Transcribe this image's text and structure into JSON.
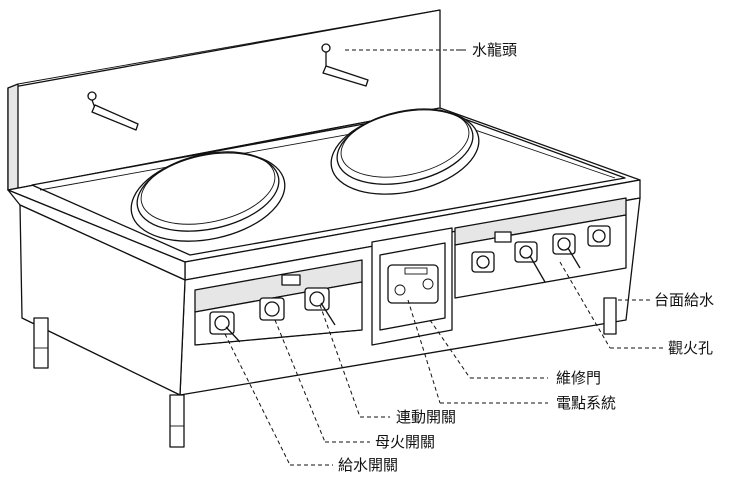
{
  "labels": {
    "faucet": "水龍頭",
    "counter_water": "台面給水",
    "sight_hole": "觀火孔",
    "service_door": "維修門",
    "ignition_system": "電點系統",
    "linkage_switch": "連動開關",
    "pilot_switch": "母火開關",
    "water_switch": "給水開關"
  }
}
